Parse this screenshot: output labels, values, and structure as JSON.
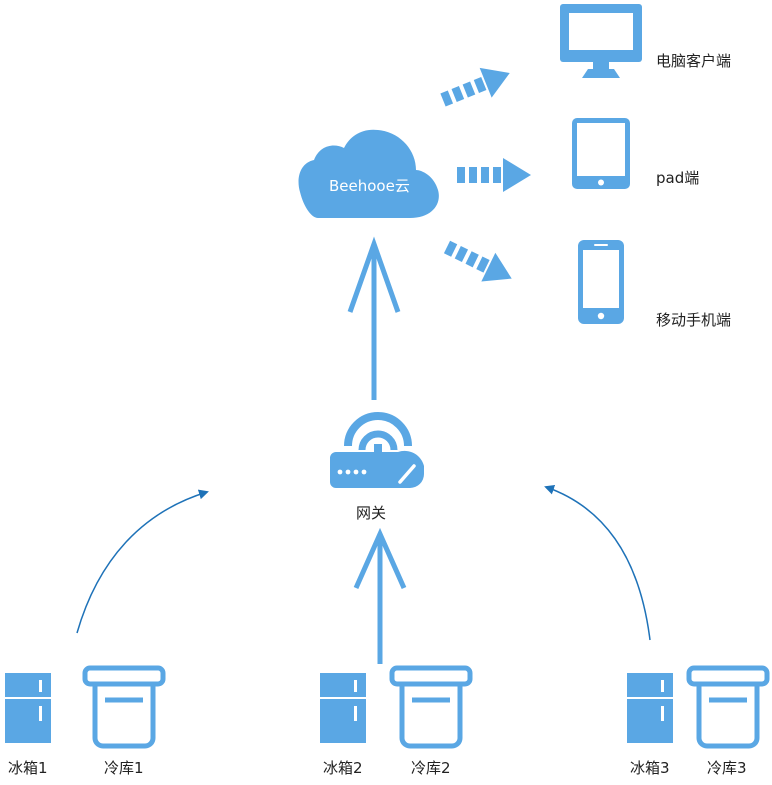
{
  "colors": {
    "primary": "#5AA7E4",
    "connector": "#1E72B8",
    "text": "#222222"
  },
  "cloud": {
    "label": "Beehooe云",
    "icon": "cloud-icon"
  },
  "gateway": {
    "label": "网关",
    "icon": "router-icon"
  },
  "clients": [
    {
      "label": "电脑客户端",
      "icon": "monitor-icon"
    },
    {
      "label": "pad端",
      "icon": "tablet-icon"
    },
    {
      "label": "移动手机端",
      "icon": "phone-icon"
    }
  ],
  "devices": [
    {
      "label": "冰箱1",
      "icon": "fridge-icon"
    },
    {
      "label": "冷库1",
      "icon": "cold-storage-icon"
    },
    {
      "label": "冰箱2",
      "icon": "fridge-icon"
    },
    {
      "label": "冷库2",
      "icon": "cold-storage-icon"
    },
    {
      "label": "冰箱3",
      "icon": "fridge-icon"
    },
    {
      "label": "冷库3",
      "icon": "cold-storage-icon"
    }
  ]
}
